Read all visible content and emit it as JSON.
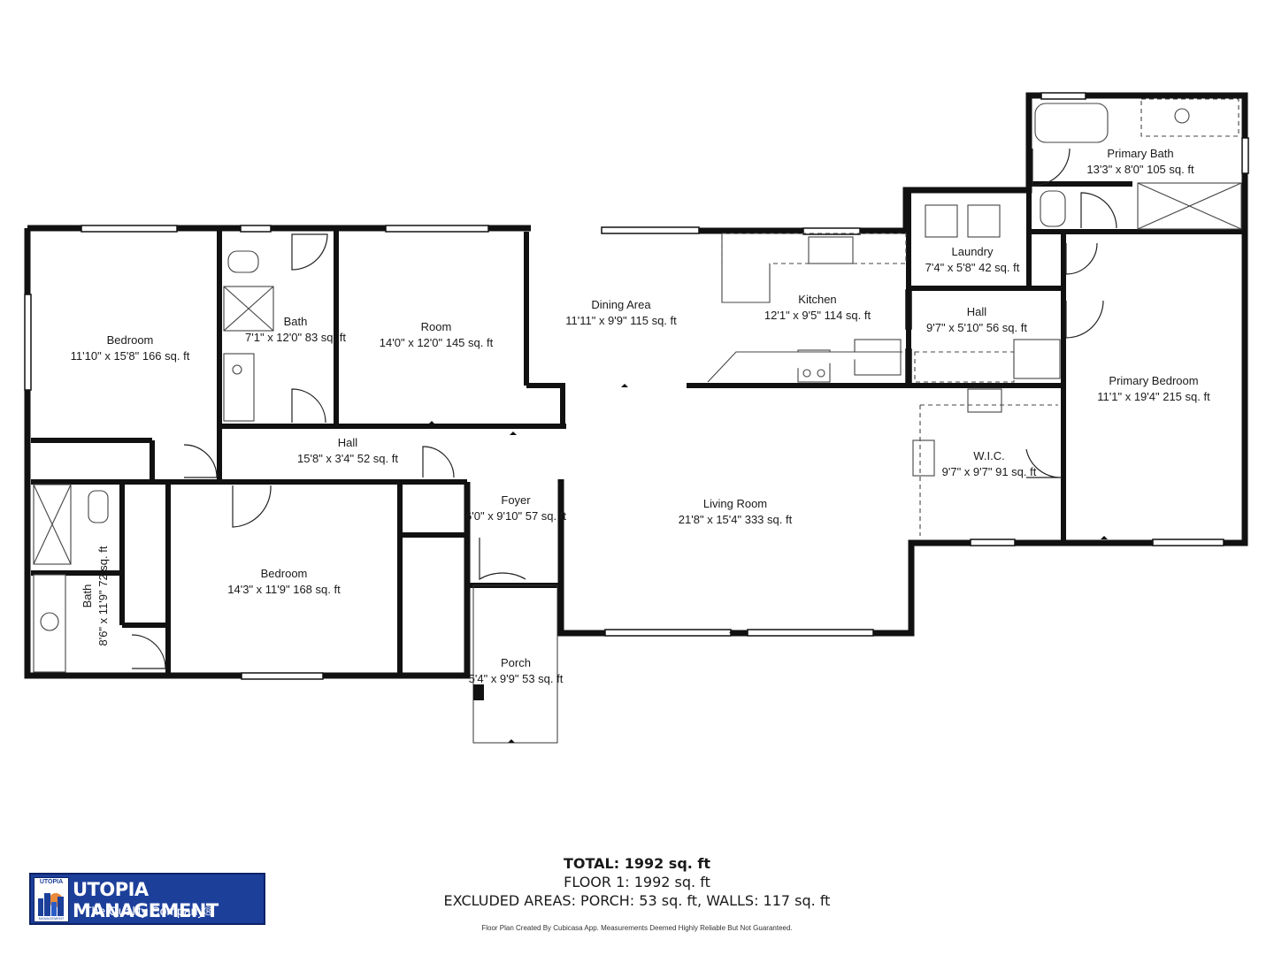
{
  "rooms": [
    {
      "name": "Primary Bath",
      "dims": "13'3\" x 8'0\" 105 sq. ft"
    },
    {
      "name": "Laundry",
      "dims": "7'4\" x 5'8\" 42 sq. ft"
    },
    {
      "name": "Bedroom",
      "dims": "11'10\" x 15'8\" 166 sq. ft"
    },
    {
      "name": "Bath",
      "dims": "7'1\" x 12'0\" 83 sq. ft"
    },
    {
      "name": "Room",
      "dims": "14'0\" x 12'0\" 145 sq. ft"
    },
    {
      "name": "Dining Area",
      "dims": "11'11\" x 9'9\" 115 sq. ft"
    },
    {
      "name": "Kitchen",
      "dims": "12'1\" x 9'5\" 114 sq. ft"
    },
    {
      "name": "Hall",
      "dims": "9'7\" x 5'10\" 56 sq. ft"
    },
    {
      "name": "Primary Bedroom",
      "dims": "11'1\" x 19'4\" 215 sq. ft"
    },
    {
      "name": "Hall",
      "dims": "15'8\" x 3'4\" 52 sq. ft"
    },
    {
      "name": "W.I.C.",
      "dims": "9'7\" x 9'7\" 91 sq. ft"
    },
    {
      "name": "Foyer",
      "dims": "6'0\" x 9'10\" 57 sq. ft"
    },
    {
      "name": "Living Room",
      "dims": "21'8\" x 15'4\" 333 sq. ft"
    },
    {
      "name": "Bedroom",
      "dims": "14'3\" x 11'9\" 168 sq. ft"
    },
    {
      "name": "Bath",
      "dims": "8'6\" x 11'9\" 72 sq. ft"
    },
    {
      "name": "Porch",
      "dims": "5'4\" x 9'9\" 53 sq. ft"
    }
  ],
  "summary": {
    "total": "TOTAL: 1992 sq. ft",
    "floor": "FLOOR 1: 1992 sq. ft",
    "excluded": "EXCLUDED AREAS: PORCH: 53 sq. ft, WALLS: 117 sq. ft"
  },
  "disclaimer": "Floor Plan Created By Cubicasa App. Measurements Deemed Highly Reliable But Not Guaranteed.",
  "logo": {
    "badge_top": "UTOPIA",
    "badge_bottom": "MANAGEMENT",
    "name": "UTOPIA MANAGEMENT",
    "tagline": "The Quality Company®",
    "colors": {
      "background": "#1c3f9a",
      "accent": "#e8893c"
    }
  },
  "colors": {
    "wall": "#111111",
    "fixture": "#555555",
    "background": "#ffffff"
  }
}
